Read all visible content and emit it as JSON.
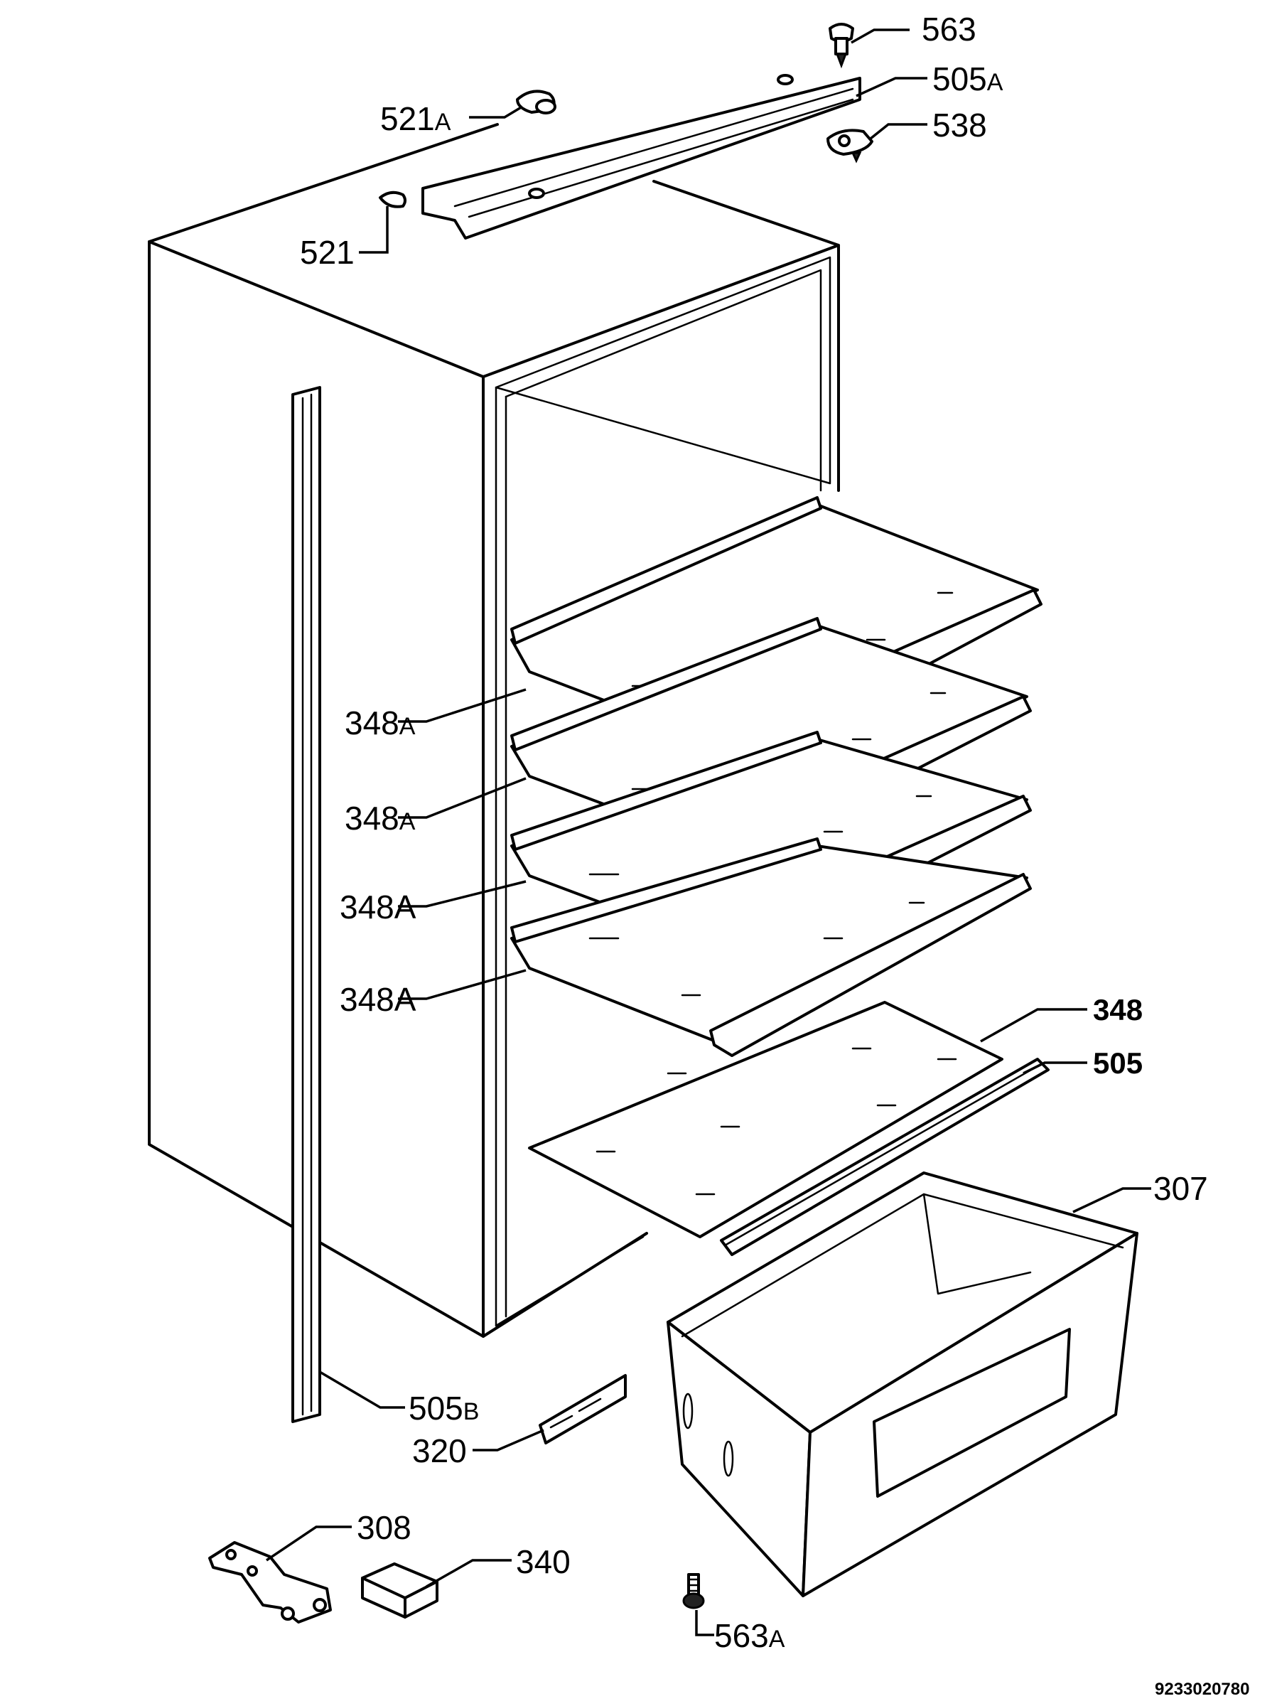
{
  "labels": {
    "p563": "563",
    "p505a": "505",
    "p505a_sfx": "A",
    "p538": "538",
    "p521a": "521",
    "p521a_sfx": "A",
    "p521": "521",
    "p348a_1": "348",
    "p348a_1_sfx": "A",
    "p348a_2": "348",
    "p348a_2_sfx": "A",
    "p348a_3": "348A",
    "p348a_4": "348A",
    "p348": "348",
    "p505": "505",
    "p307": "307",
    "p505b": "505",
    "p505b_sfx": "B",
    "p320": "320",
    "p308": "308",
    "p340": "340",
    "p563a": "563",
    "p563a_sfx": "A"
  },
  "drawing_code": "9233020780"
}
